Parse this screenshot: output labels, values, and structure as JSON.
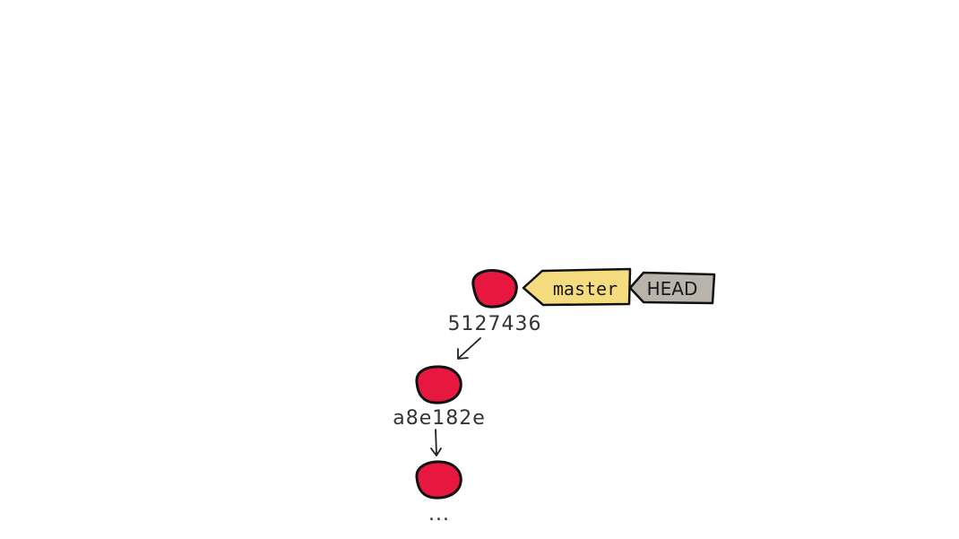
{
  "refs": {
    "branch": "master",
    "head": "HEAD"
  },
  "commits": [
    {
      "hash": "5127436"
    },
    {
      "hash": "a8e182e"
    },
    {
      "hash": "..."
    }
  ],
  "colors": {
    "commit_fill": "#e8173f",
    "commit_stroke": "#111111",
    "branch_fill": "#f5dc7e",
    "head_fill": "#b8b3ab",
    "arrow": "#222222",
    "text": "#333333"
  }
}
